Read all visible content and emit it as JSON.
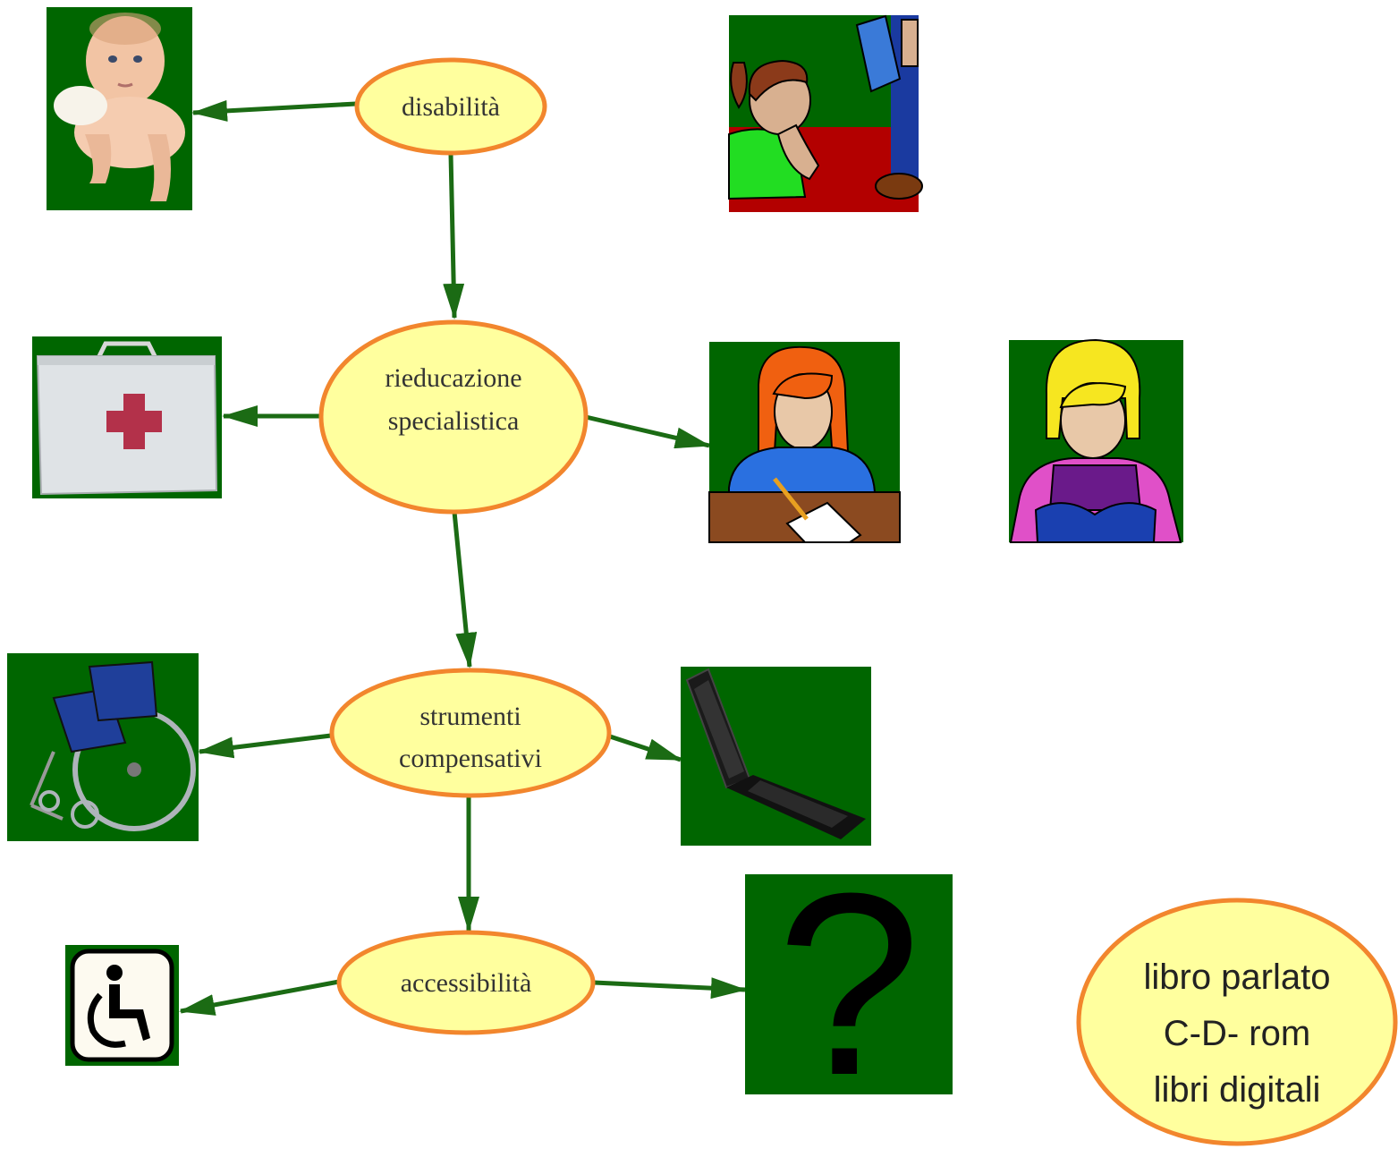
{
  "colors": {
    "edge": "#1b6b14",
    "node_fill": "#ffff9e",
    "node_stroke": "#f2862d",
    "panel_green": "#006600",
    "text": "#333333"
  },
  "nodes": {
    "disabilita": "disabilità",
    "rieducazione_1": "rieducazione",
    "rieducazione_2": "specialistica",
    "strumenti_1": "strumenti",
    "strumenti_2": "compensativi",
    "accessibilita": "accessibilità"
  },
  "note": {
    "line1": "libro parlato",
    "line2": "C-D- rom",
    "line3": "libri digitali"
  },
  "images": {
    "baby": "baby-photo",
    "storytime": "child-listening-to-reading-illustration",
    "first_aid": "first-aid-kit",
    "writing_girl": "girl-writing-illustration",
    "reading_girl": "girl-reading-book-illustration",
    "wheelchair": "wheelchair-photo",
    "laptop": "laptop-photo",
    "accessibility_sign": "wheelchair-accessibility-icon",
    "question": "question-mark"
  },
  "question_glyph": "?"
}
